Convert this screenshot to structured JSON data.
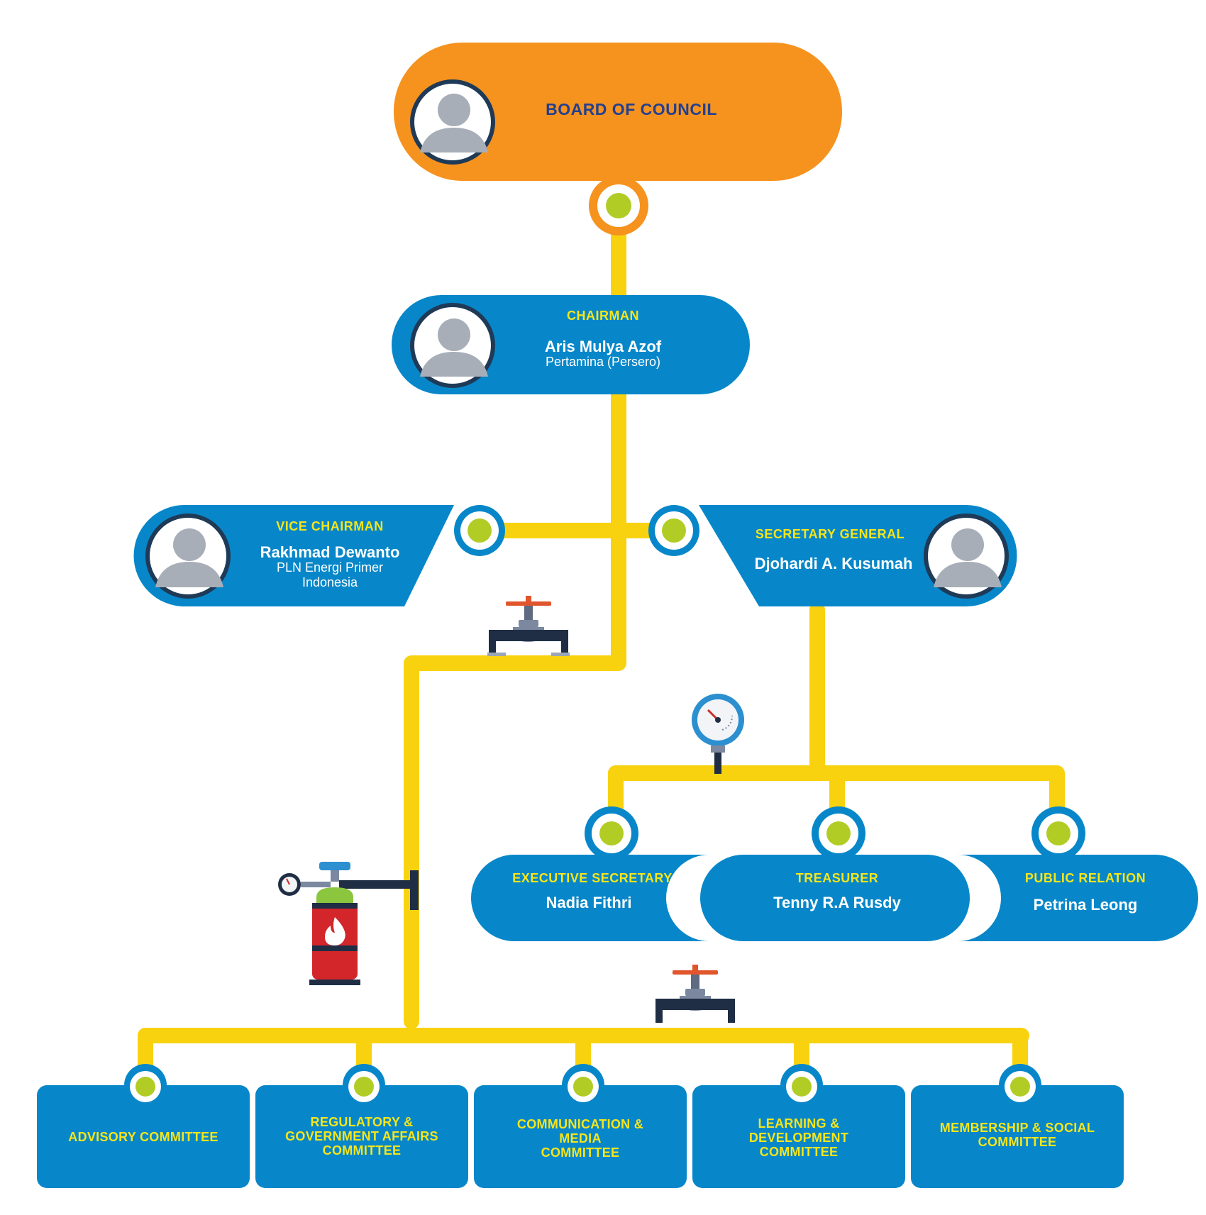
{
  "colors": {
    "board_fill": "#f6921e",
    "node_fill": "#0787c9",
    "node_stroke": "#0a78bd",
    "pipe": "#f8d20f",
    "connector_dot": "#b2cc26",
    "role_text": "#f5e51b",
    "board_text": "#23408f"
  },
  "board": {
    "title": "BOARD OF COUNCIL"
  },
  "chairman": {
    "role": "CHAIRMAN",
    "name": "Aris Mulya Azof",
    "org": "Pertamina (Persero)"
  },
  "vice_chairman": {
    "role": "VICE CHAIRMAN",
    "name": "Rakhmad Dewanto",
    "org_line1": "PLN Energi Primer",
    "org_line2": "Indonesia"
  },
  "secretary_general": {
    "role": "SECRETARY GENERAL",
    "name": "Djohardi A. Kusumah"
  },
  "secretariat": [
    {
      "role": "EXECUTIVE SECRETARY",
      "name": "Nadia Fithri"
    },
    {
      "role": "TREASURER",
      "name": "Tenny R.A Rusdy"
    },
    {
      "role": "PUBLIC RELATION",
      "name": "Petrina Leong"
    }
  ],
  "committees": [
    {
      "lines": [
        "ADVISORY COMMITTEE"
      ]
    },
    {
      "lines": [
        "REGULATORY &",
        "GOVERNMENT AFFAIRS",
        "COMMITTEE"
      ]
    },
    {
      "lines": [
        "COMMUNICATION &",
        "MEDIA",
        "COMMITTEE"
      ]
    },
    {
      "lines": [
        "LEARNING &",
        "DEVELOPMENT",
        "COMMITTEE"
      ]
    },
    {
      "lines": [
        "MEMBERSHIP & SOCIAL",
        "COMMITTEE"
      ]
    }
  ],
  "icons": [
    "avatar-icon",
    "valve-icon",
    "pressure-gauge-icon",
    "gas-cylinder-icon",
    "fire-icon"
  ]
}
